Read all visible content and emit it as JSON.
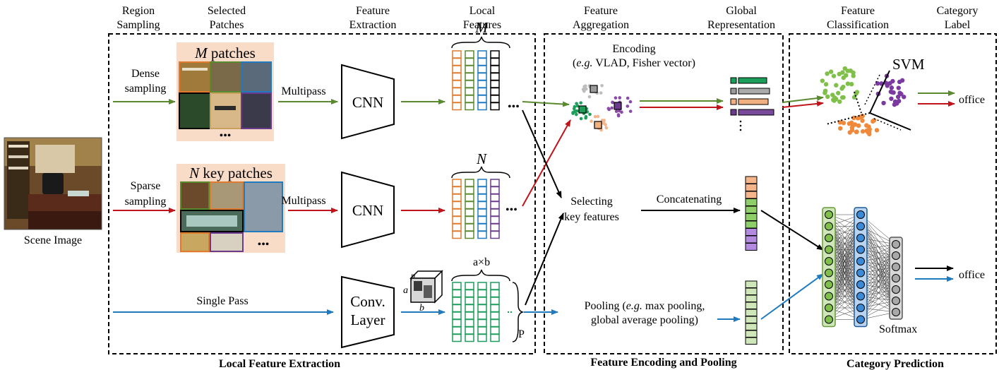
{
  "headers": [
    {
      "id": "region-sampling",
      "l1": "Region",
      "l2": "Sampling"
    },
    {
      "id": "selected-patches",
      "l1": "Selected",
      "l2": "Patches"
    },
    {
      "id": "feature-extraction",
      "l1": "Feature",
      "l2": "Extraction"
    },
    {
      "id": "local-features",
      "l1": "Local",
      "l2": "Features"
    },
    {
      "id": "feature-aggregation",
      "l1": "Feature",
      "l2": "Aggregation"
    },
    {
      "id": "global-representation",
      "l1": "Global",
      "l2": "Representation"
    },
    {
      "id": "feature-classification",
      "l1": "Feature",
      "l2": "Classification"
    },
    {
      "id": "category-label",
      "l1": "Category",
      "l2": "Label"
    }
  ],
  "left": {
    "scene_image": "Scene Image",
    "dense_l1": "Dense",
    "dense_l2": "sampling",
    "sparse_l1": "Sparse",
    "sparse_l2": "sampling",
    "single_pass": "Single Pass"
  },
  "patches": {
    "m_var": "M",
    "m_text": " patches",
    "n_var": "N",
    "n_text": " key patches",
    "ellipsis": "•••"
  },
  "extraction": {
    "multipass_top": "Multipass",
    "multipass_mid": "Multipass",
    "cnn_top": "CNN",
    "cnn_mid": "CNN",
    "conv_l1": "Conv.",
    "conv_l2": "Layer",
    "dim_p": "p",
    "dim_a": "a",
    "dim_b": "b"
  },
  "local_features": {
    "m": "M",
    "n": "N",
    "axb": "a×b",
    "p": "P",
    "ellipsis": "•••"
  },
  "aggregation": {
    "encoding_l1": "Encoding",
    "encoding_l2_pre": "(",
    "encoding_l2_eg": "e.g.",
    "encoding_l2_post": " VLAD, Fisher vector)",
    "selecting_l1": "Selecting",
    "selecting_l2": "key features",
    "concatenating": "Concatenating",
    "pooling_l1_pre": "Pooling (",
    "pooling_l1_eg": "e.g.",
    "pooling_l1_post": " max pooling,",
    "pooling_l2": "global average pooling)"
  },
  "prediction": {
    "svm": "SVM",
    "softmax": "Softmax",
    "office_top": "office",
    "office_bottom": "office"
  },
  "sections": {
    "local": "Local Feature Extraction",
    "encoding": "Feature Encoding and Pooling",
    "category": "Category Prediction"
  },
  "colors": {
    "green": "#5a8a2e",
    "red": "#c0141a",
    "blue": "#1f7ac0",
    "patch_bg": "#f9dcc8",
    "orange": "#e07a2c",
    "purple": "#6a3a8c",
    "grey": "#9a9a9a",
    "teal_green": "#1a9e5a"
  }
}
